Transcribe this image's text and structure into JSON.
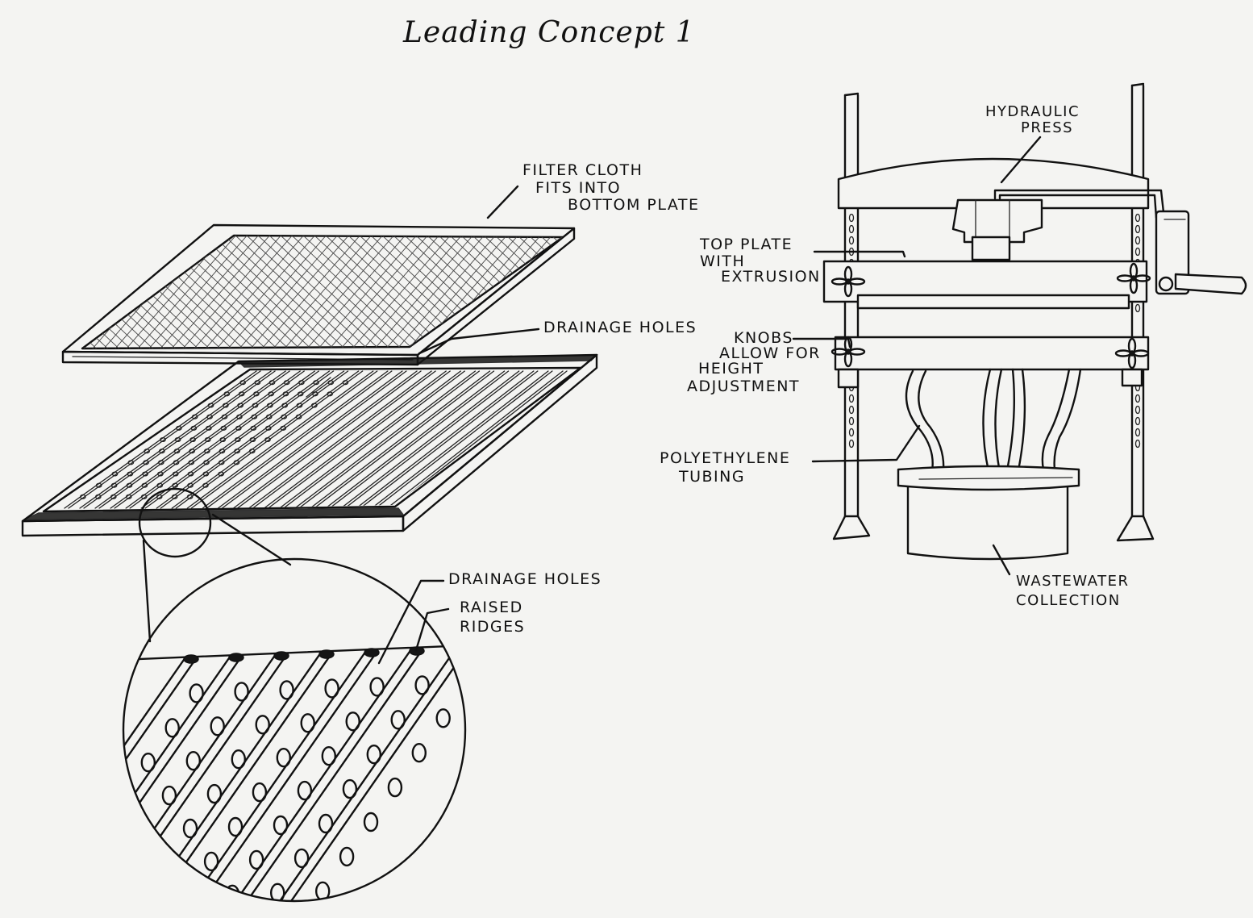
{
  "title": "Leading Concept 1",
  "labels": {
    "filter_cloth": [
      "FILTER CLOTH",
      "FITS INTO",
      "BOTTOM PLATE"
    ],
    "drainage_holes_top": "DRAINAGE HOLES",
    "drainage_holes_detail": "DRAINAGE HOLES",
    "raised_ridges": [
      "RAISED",
      "RIDGES"
    ],
    "hydraulic_press": [
      "HYDRAULIC",
      "PRESS"
    ],
    "top_plate": [
      "TOP PLATE",
      "WITH",
      "EXTRUSION"
    ],
    "knobs": [
      "KNOBS",
      "ALLOW FOR",
      "HEIGHT",
      "ADJUSTMENT"
    ],
    "tubing": [
      "POLYETHYLENE",
      "TUBING"
    ],
    "wastewater": [
      "WASTEWATER",
      "COLLECTION"
    ]
  },
  "colors": {
    "paper": "#f4f4f2",
    "ink": "#111111"
  }
}
